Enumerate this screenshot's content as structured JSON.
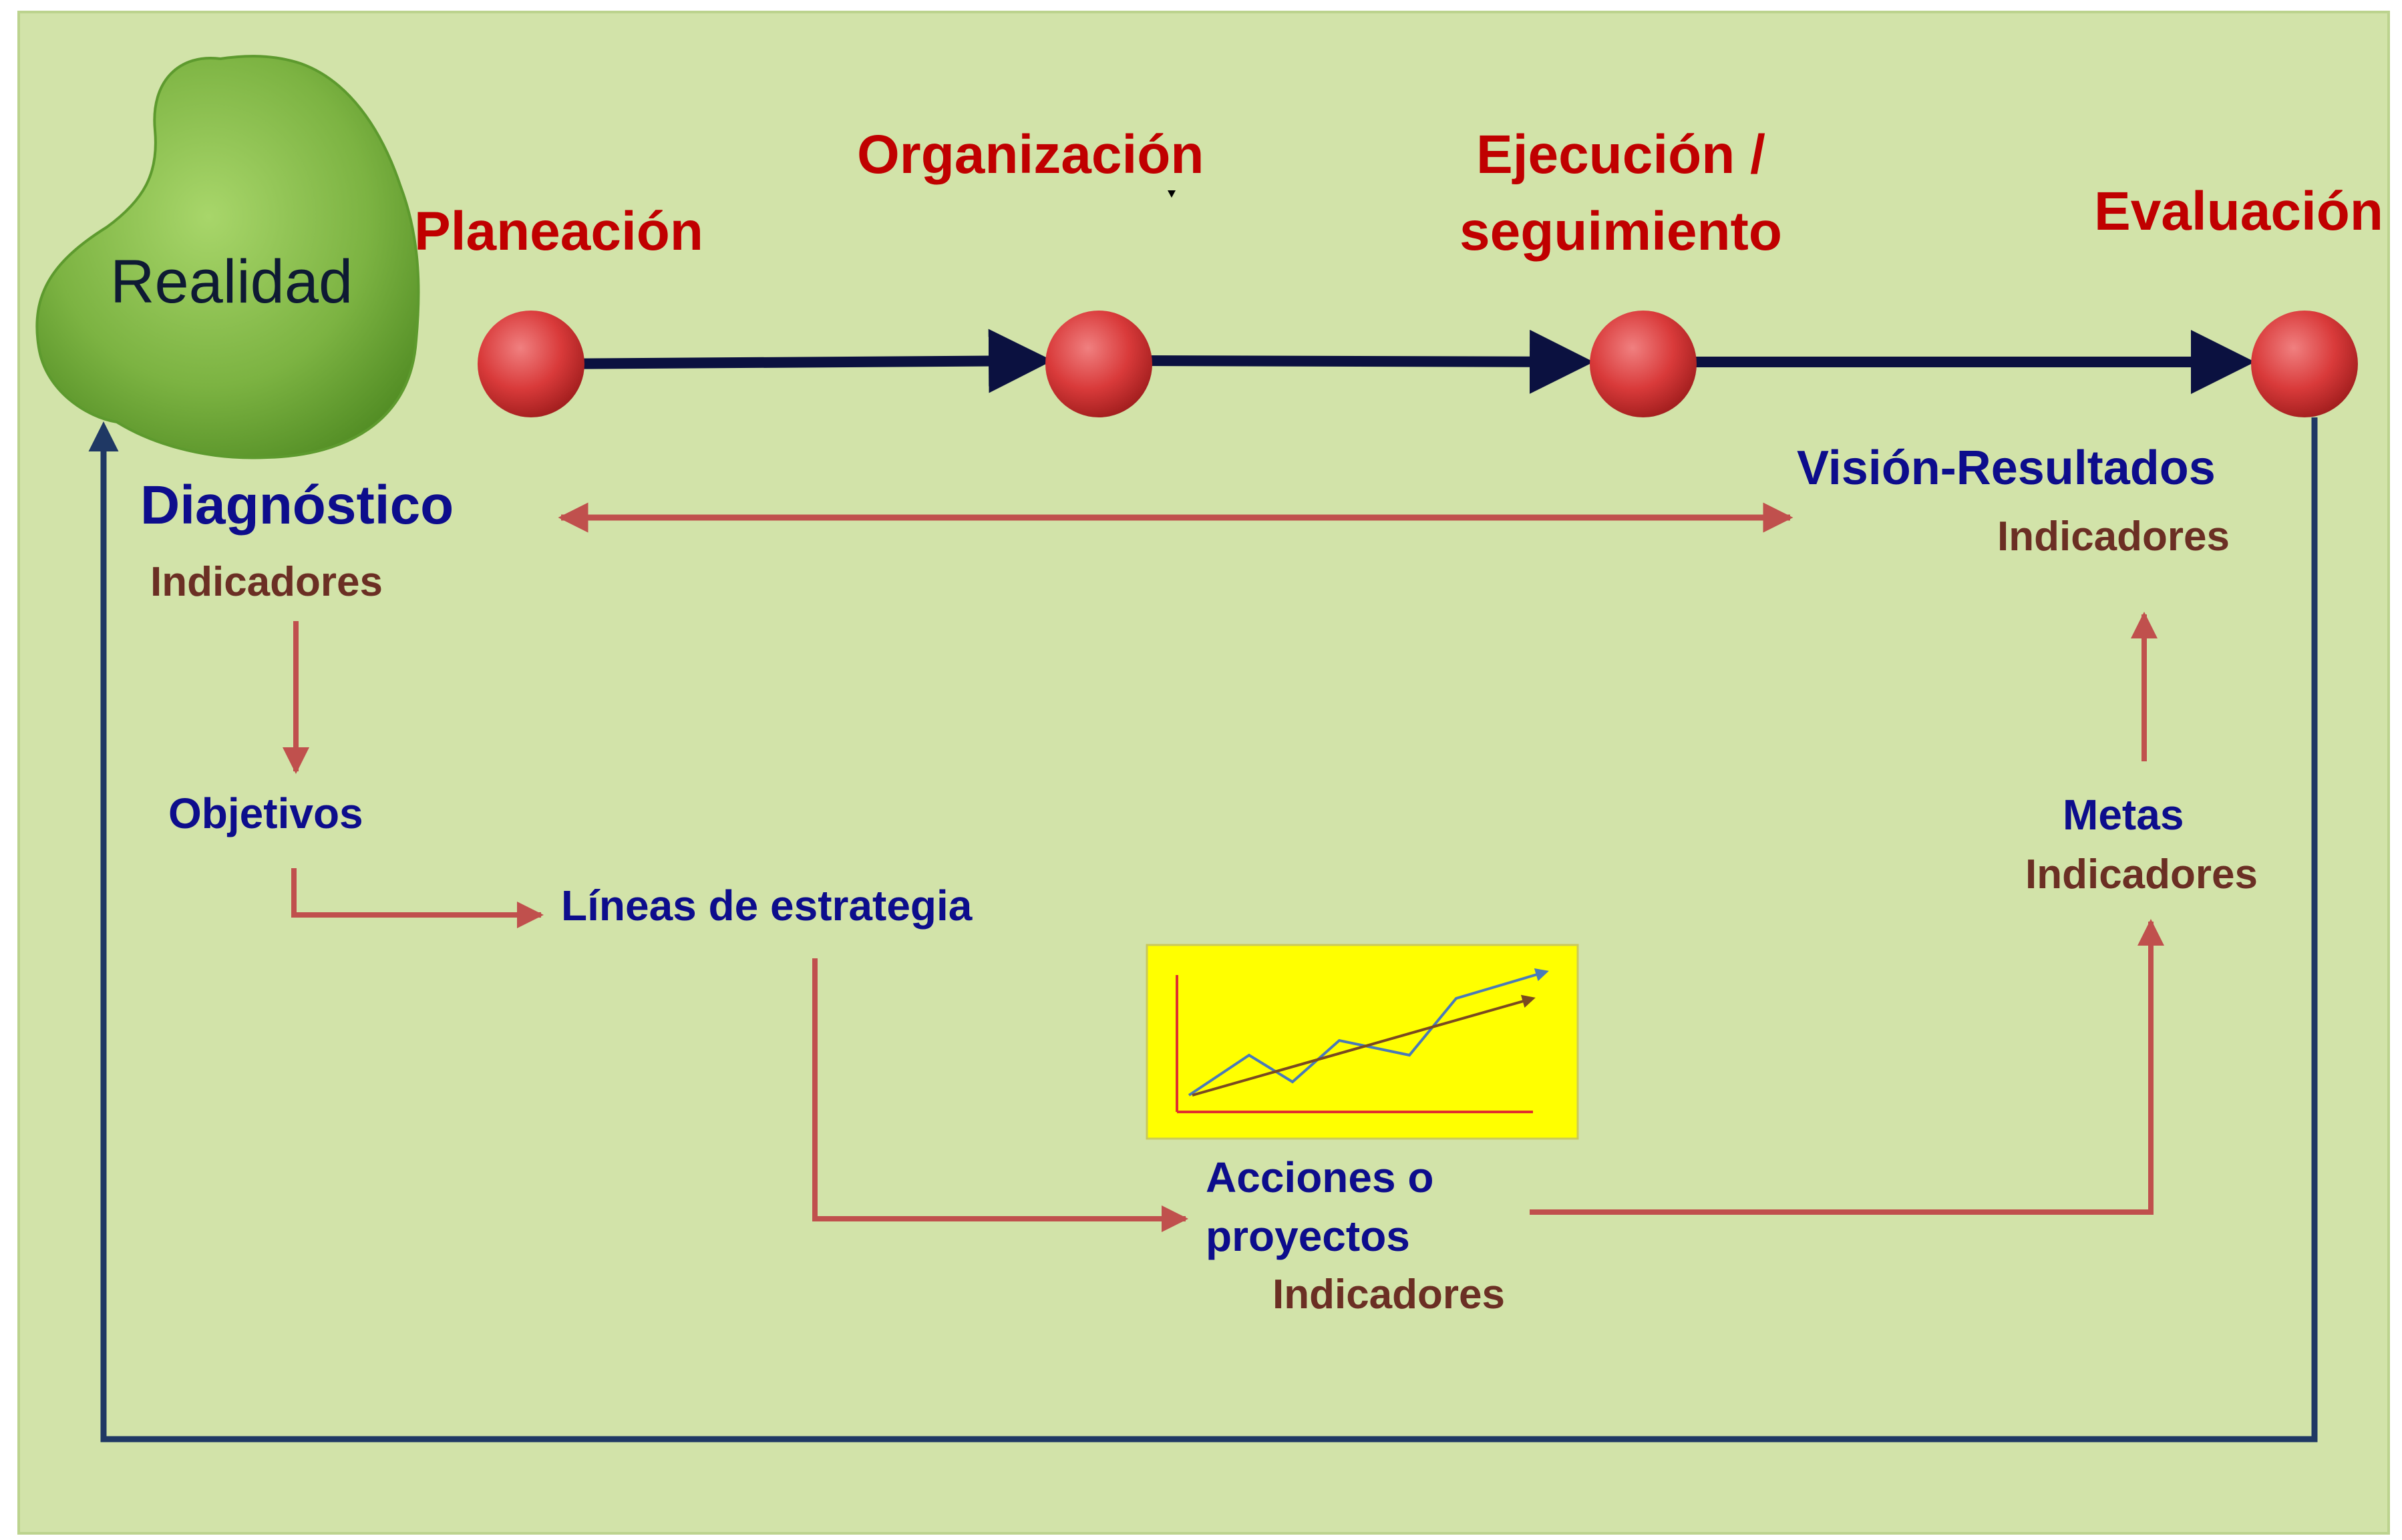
{
  "shape": {
    "label": "Realidad"
  },
  "phases": {
    "planeacion": "Planeación",
    "organizacion": "Organización",
    "ejecucion_line1": "Ejecución /",
    "ejecucion_line2": "seguimiento",
    "evaluacion": "Evaluación"
  },
  "nodes": {
    "diagnostico": "Diagnóstico",
    "diagnostico_ind": "Indicadores",
    "vision": "Visión-Resultados",
    "vision_ind": "Indicadores",
    "objetivos": "Objetivos",
    "lineas": "Líneas de estrategia",
    "metas": "Metas",
    "metas_ind": "Indicadores",
    "acciones_line1": "Acciones o",
    "acciones_line2": "proyectos",
    "acciones_ind": "Indicadores"
  },
  "colors": {
    "background": "#d2e3a9",
    "phase_text": "#c00000",
    "blue_text": "#0d0d8c",
    "brown_text": "#6b2f24",
    "timeline": "#0b1140",
    "circle": "#d93a3a",
    "red_arrow": "#c0504d",
    "loop": "#1f3864",
    "blob": "#7cb342",
    "chart_box": "#ffff00"
  }
}
